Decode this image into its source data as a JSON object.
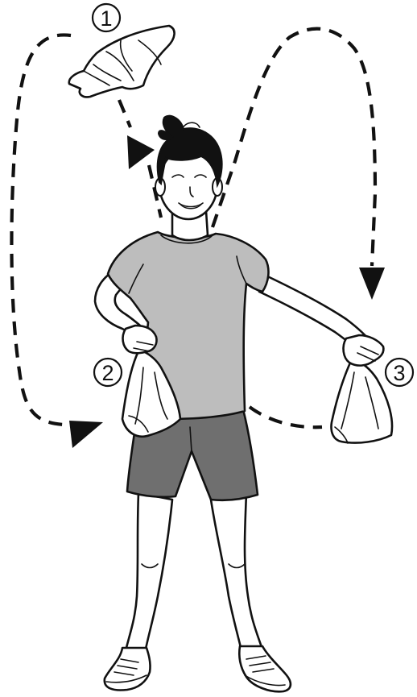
{
  "steps": [
    {
      "label": "1"
    },
    {
      "label": "2"
    },
    {
      "label": "3"
    }
  ],
  "colors": {
    "line": "#111111",
    "shirt": "#bdbdbd",
    "shorts": "#6f6f6f",
    "skin": "#ffffff",
    "hair": "#111111",
    "background": "#ffffff"
  },
  "icons": {
    "towel": "folded-towel-icon",
    "arrow": "arrowhead-icon"
  }
}
